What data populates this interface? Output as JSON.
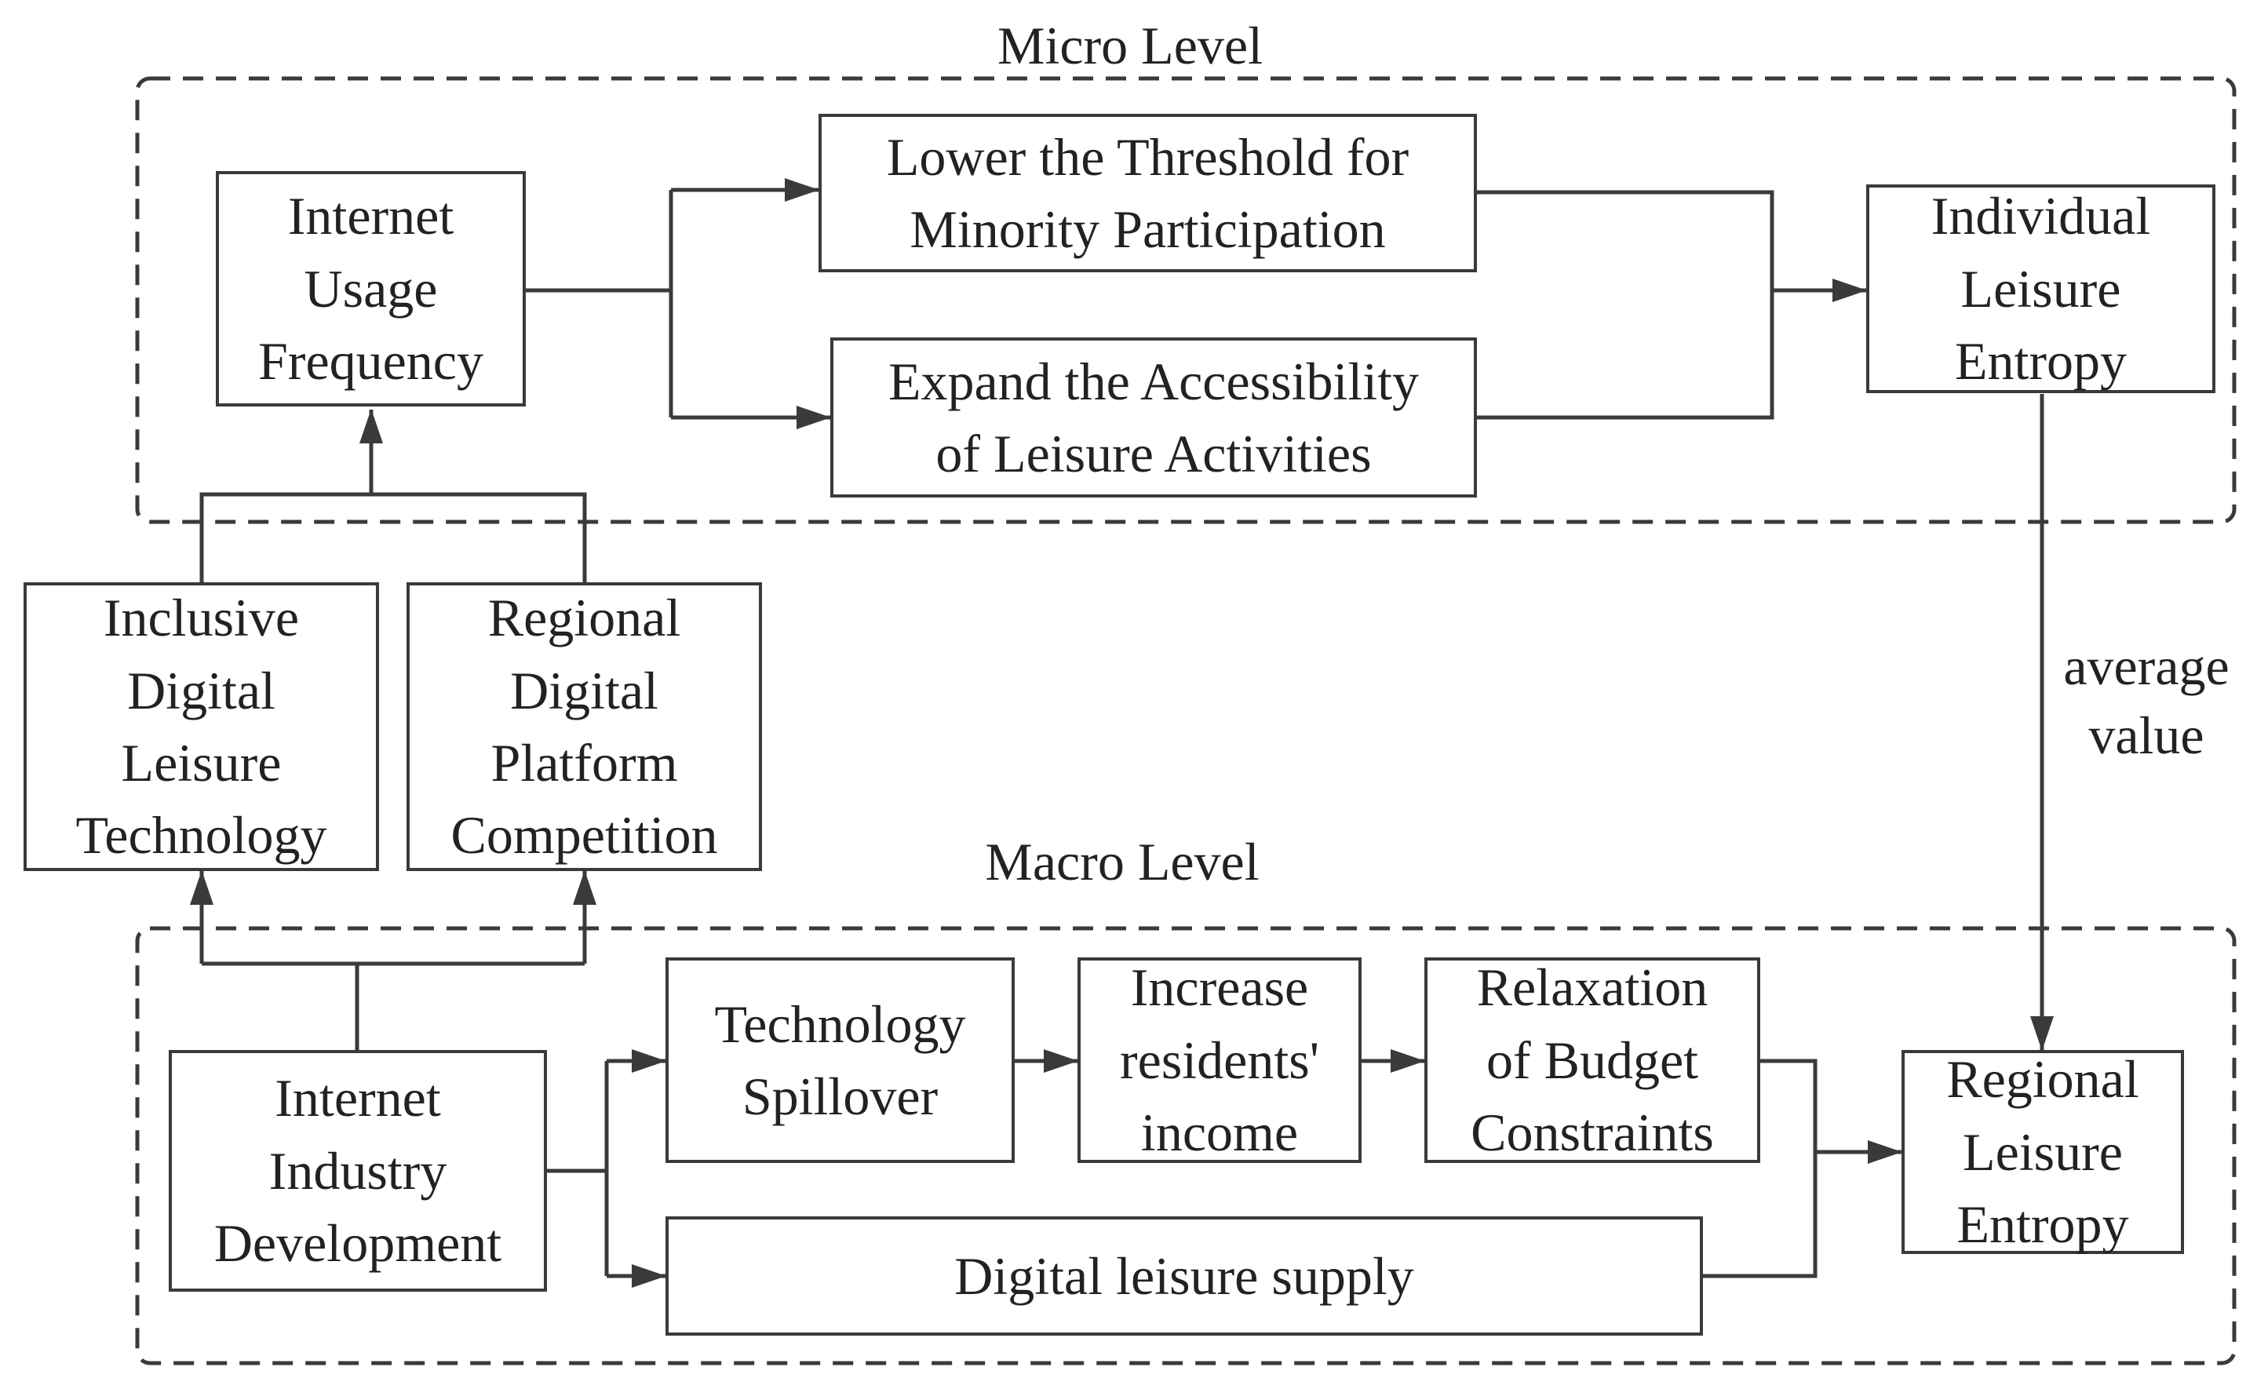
{
  "micro_level": {
    "title": "Micro Level",
    "internet_usage": [
      "Internet",
      "Usage",
      "Frequency"
    ],
    "lower_threshold": [
      "Lower the Threshold for",
      "Minority Participation"
    ],
    "expand_access": [
      "Expand the Accessibility",
      "of Leisure Activities"
    ],
    "individual_entropy": [
      "Individual",
      "Leisure",
      "Entropy"
    ]
  },
  "middle": {
    "inclusive_tech": [
      "Inclusive",
      "Digital",
      "Leisure",
      "Technology"
    ],
    "platform_competition": [
      "Regional",
      "Digital",
      "Platform",
      "Competition"
    ],
    "average_label": [
      "average",
      "value"
    ]
  },
  "macro_level": {
    "title": "Macro Level",
    "industry_development": [
      "Internet",
      "Industry",
      "Development"
    ],
    "tech_spillover": [
      "Technology",
      "Spillover"
    ],
    "increase_income": [
      "Increase",
      "residents'",
      "income"
    ],
    "budget_relaxation": [
      "Relaxation",
      "of Budget",
      "Constraints"
    ],
    "digital_supply": [
      "Digital leisure supply"
    ],
    "regional_entropy": [
      "Regional",
      "Leisure",
      "Entropy"
    ]
  },
  "colors": {
    "line": "#3a3a3a",
    "text": "#222222",
    "background": "#ffffff"
  }
}
